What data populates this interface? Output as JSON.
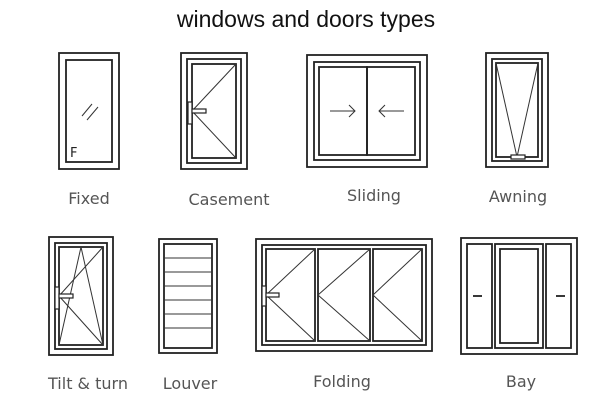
{
  "title": "windows and doors types",
  "items": [
    {
      "id": "fixed",
      "label": "Fixed",
      "mark": "F"
    },
    {
      "id": "casement",
      "label": "Casement"
    },
    {
      "id": "sliding",
      "label": "Sliding"
    },
    {
      "id": "awning",
      "label": "Awning"
    },
    {
      "id": "tilt-turn",
      "label": "Tilt & turn"
    },
    {
      "id": "louver",
      "label": "Louver"
    },
    {
      "id": "folding",
      "label": "Folding"
    },
    {
      "id": "bay",
      "label": "Bay"
    }
  ],
  "colors": {
    "stroke": "#222222",
    "label": "#555555",
    "title": "#111111"
  }
}
